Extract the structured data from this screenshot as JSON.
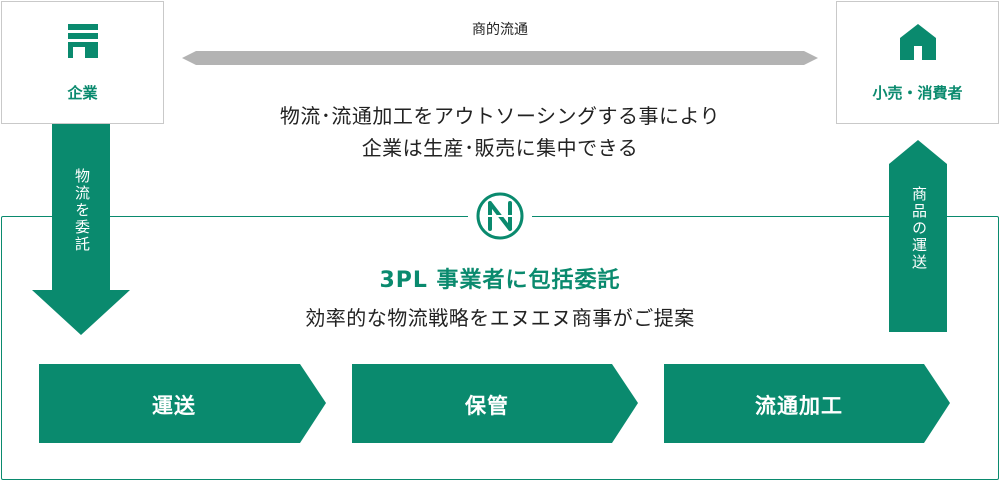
{
  "colors": {
    "accent": "#0a8a6e",
    "arrow_gray": "#b3b3b3",
    "border": "#c9c9c9"
  },
  "company": {
    "label": "企業",
    "icon": "building-icon"
  },
  "consumer": {
    "label": "小売・消費者",
    "icon": "house-icon"
  },
  "trade_flow_label": "商的流通",
  "headline": {
    "line1": "物流･流通加工をアウトソーシングする事により",
    "line2": "企業は生産･販売に集中できる"
  },
  "outsourcing_label": "物流を委託",
  "delivery_label": "商品の運送",
  "main": {
    "title": "3PL 事業者に包括委託",
    "subtitle": "効率的な物流戦略をエヌエヌ商事がご提案"
  },
  "steps": [
    {
      "label": "運送"
    },
    {
      "label": "保管"
    },
    {
      "label": "流通加工"
    }
  ]
}
